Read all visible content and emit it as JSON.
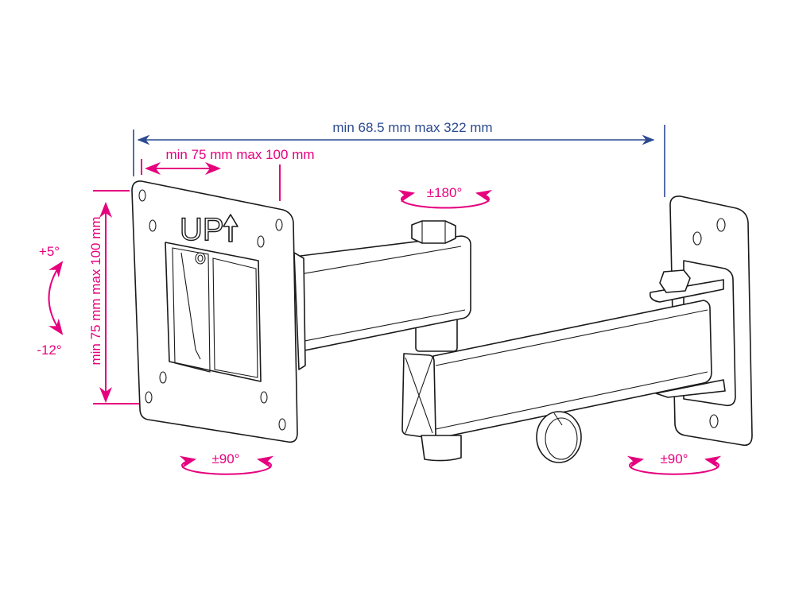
{
  "dimensions": {
    "overall_width": "min 68.5 mm max 322 mm",
    "vesa_horizontal": "min 75 mm max 100 mm",
    "vesa_vertical": "min 75 mm max 100 mm"
  },
  "rotations": {
    "tilt_up": "+5°",
    "tilt_down": "-12°",
    "arm_swivel": "±180°",
    "head_swivel": "±90°",
    "wall_swivel": "±90°"
  },
  "plate_label": "UP",
  "colors": {
    "dimension_blue": "#2b4a8f",
    "rotation_magenta": "#e6007e",
    "line": "#1a1a1a"
  }
}
